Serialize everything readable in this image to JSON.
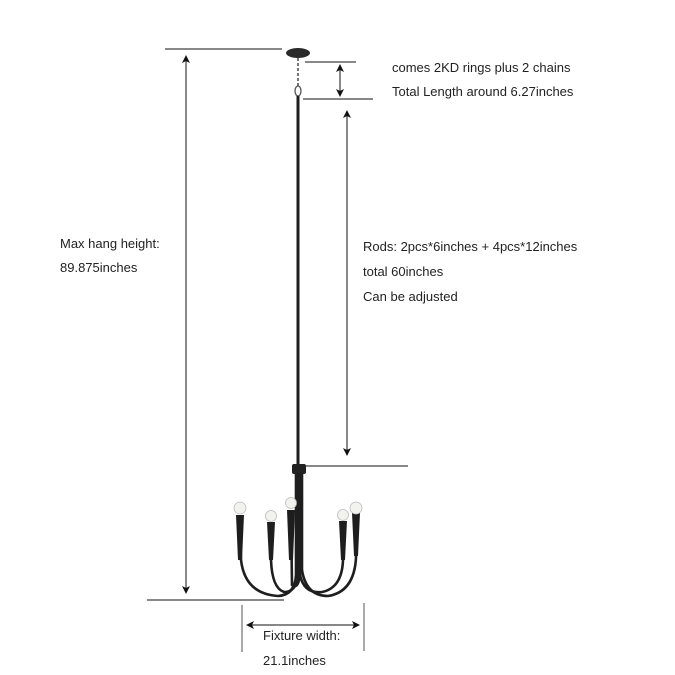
{
  "chain_note": {
    "line1": "comes 2KD rings plus 2 chains",
    "line2": "Total Length around 6.27inches"
  },
  "max_height": {
    "label": "Max hang height:",
    "value": "89.875inches"
  },
  "rods": {
    "line1": "Rods: 2pcs*6inches + 4pcs*12inches",
    "line2": "total 60inches",
    "line3": "Can be adjusted"
  },
  "fixture_width": {
    "label": "Fixture width:",
    "value": "21.1inches"
  },
  "colors": {
    "fixture": "#1e1e1e",
    "lines": "#111111"
  }
}
